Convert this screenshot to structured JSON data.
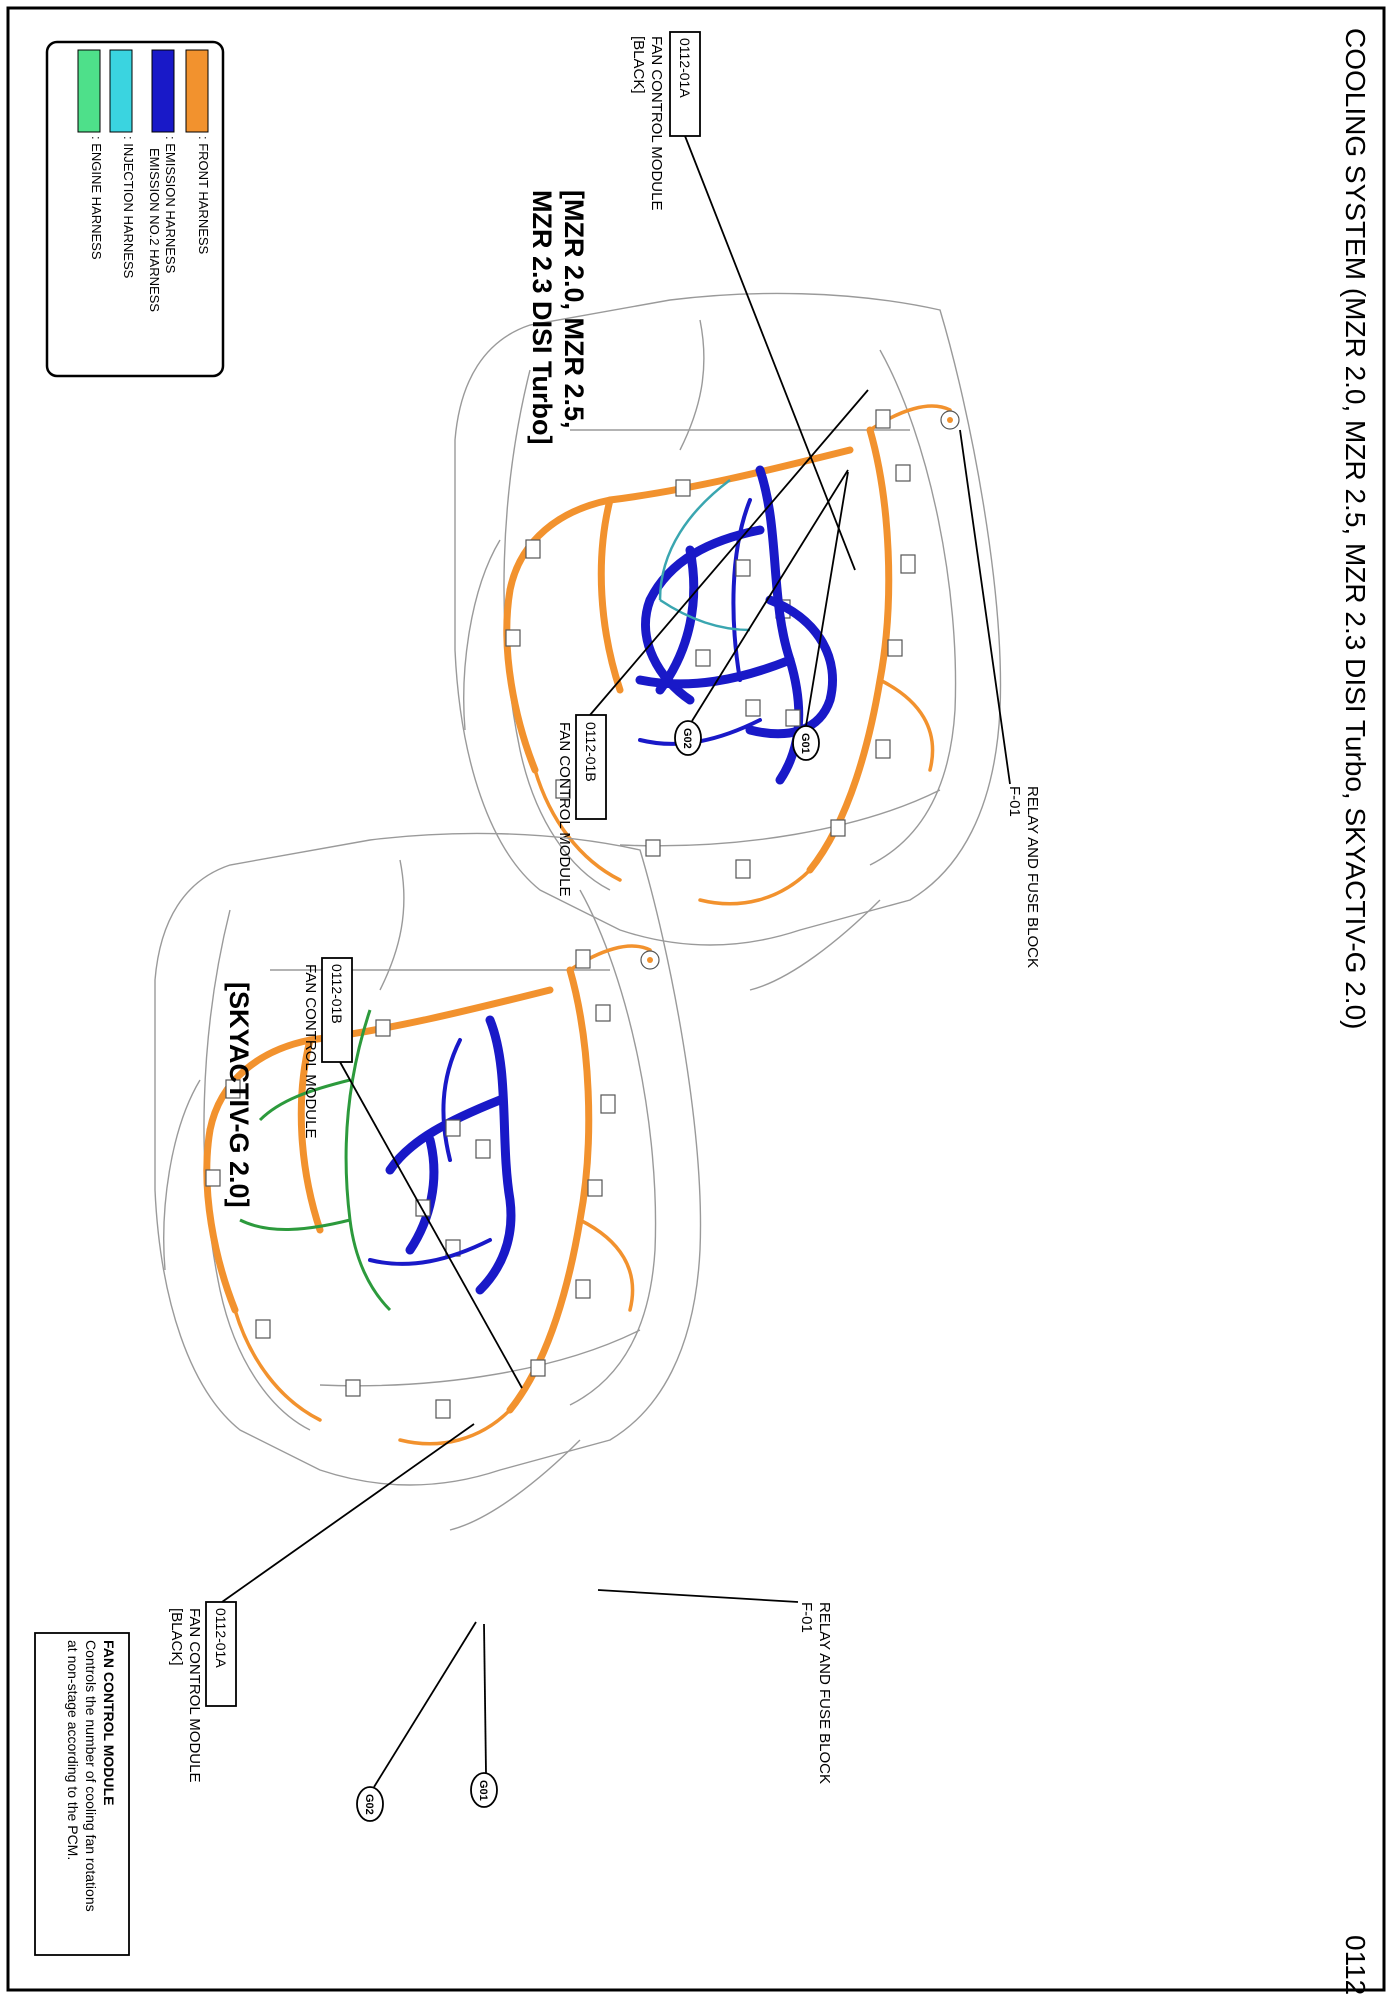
{
  "title": "COOLING SYSTEM (MZR 2.0, MZR 2.5, MZR 2.3 DISI Turbo, SKYACTIV-G 2.0)",
  "page_number": "0112",
  "legend": [
    {
      "label": ": FRONT HARNESS",
      "color": "#f2922e"
    },
    {
      "label": ": EMISSION HARNESS",
      "color": "#1919c8"
    },
    {
      "label": "EMISSION NO.2 HARNESS",
      "color": "#1919c8"
    },
    {
      "label": ": INJECTION HARNESS",
      "color": "#3ad4e0"
    },
    {
      "label": ": ENGINE HARNESS",
      "color": "#4ee08a"
    }
  ],
  "views": [
    {
      "heading_lines": [
        "[MZR 2.0, MZR 2.5,",
        "MZR 2.3 DISI Turbo]"
      ],
      "callouts": [
        {
          "code": "0112-01A",
          "lines": [
            "FAN CONTROL MODULE",
            "[BLACK]"
          ]
        },
        {
          "code": "0112-01B",
          "lines": [
            "FAN CONTROL MODULE"
          ]
        },
        {
          "lines": [
            "RELAY AND FUSE BLOCK",
            "F-01"
          ]
        }
      ],
      "grounds": [
        "G01",
        "G02"
      ]
    },
    {
      "heading_lines": [
        "[SKYACTIV-G 2.0]"
      ],
      "callouts": [
        {
          "code": "0112-01B",
          "lines": [
            "FAN CONTROL MODULE"
          ]
        },
        {
          "code": "0112-01A",
          "lines": [
            "FAN CONTROL MODULE",
            "[BLACK]"
          ]
        },
        {
          "lines": [
            "RELAY AND FUSE BLOCK",
            "F-01"
          ]
        }
      ],
      "grounds": [
        "G01",
        "G02"
      ]
    }
  ],
  "info_box": {
    "heading": "FAN CONTROL MODULE",
    "lines": [
      "Controls the number of cooling fan rotations",
      "at non-stage according to the PCM."
    ]
  }
}
